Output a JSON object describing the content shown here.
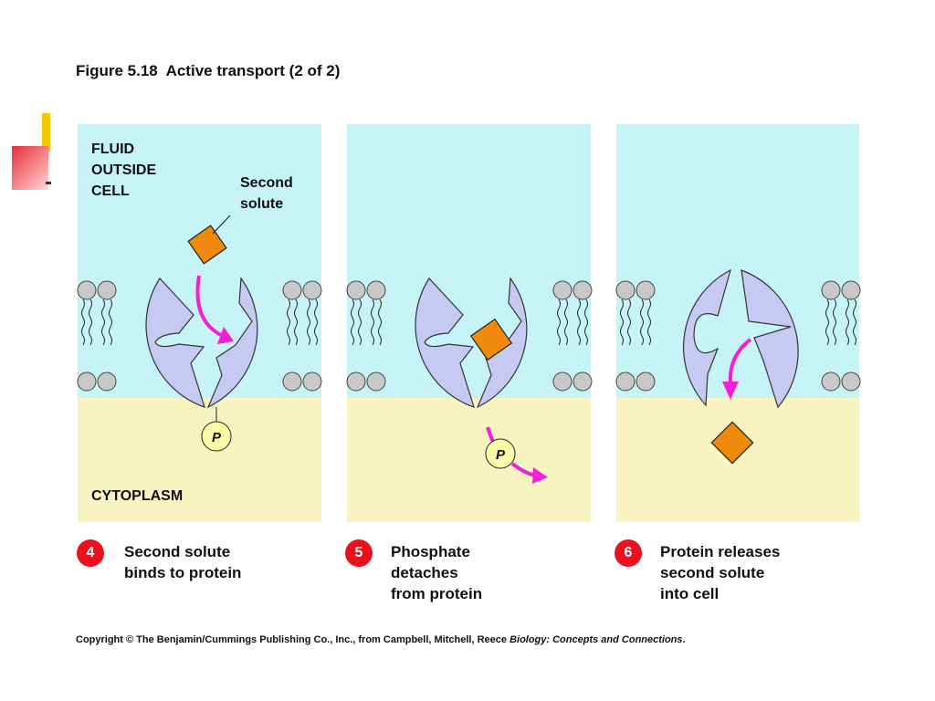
{
  "figure": {
    "title": "Figure 5.18  Active transport (2 of 2)",
    "copyright_prefix": "Copyright © The Benjamin/Cummings Publishing Co., Inc., from Campbell, Mitchell, Reece ",
    "copyright_book": "Biology: Concepts and Connections",
    "copyright_suffix": "."
  },
  "labels": {
    "fluid_outside_cell": [
      "FLUID",
      "OUTSIDE",
      "CELL"
    ],
    "second_solute": [
      "Second",
      "solute"
    ],
    "cytoplasm": "CYTOPLASM",
    "phosphate": "P"
  },
  "steps": [
    {
      "number": "4",
      "lines": [
        "Second solute",
        "binds to protein"
      ]
    },
    {
      "number": "5",
      "lines": [
        "Phosphate",
        "detaches",
        "from protein"
      ]
    },
    {
      "number": "6",
      "lines": [
        "Protein releases",
        "second solute",
        "into cell"
      ]
    }
  ],
  "colors": {
    "fluid_outside": "#c6f4f6",
    "cytoplasm": "#f7f4c2",
    "protein": "#c6c9f2",
    "solute": "#f08a0c",
    "phosphate": "#fbfaa7",
    "arrow": "#f21ed8",
    "phospholipid_head": "#c8c8c8",
    "badge": "#e8121f"
  }
}
